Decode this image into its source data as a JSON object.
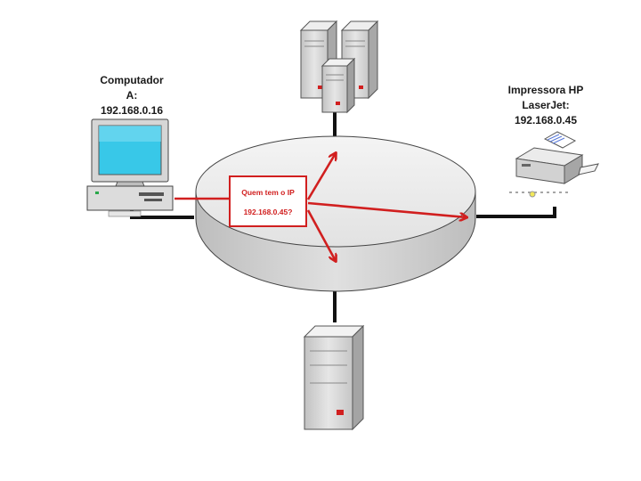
{
  "computer": {
    "lines": [
      "Computador",
      "A:",
      "192.168.0.16"
    ]
  },
  "printer": {
    "lines": [
      "Impressora HP",
      "LaserJet:",
      "192.168.0.45"
    ]
  },
  "query": {
    "line1": "Quem tem o IP",
    "line2": "192.168.0.45?"
  },
  "colors": {
    "arrow": "#d11f1f",
    "cable": "#111111",
    "ring_top": "#ececec",
    "ring_side": "#cfcfcf",
    "monitor_screen": "#38c8e8",
    "server_body": "#d4d4d4",
    "server_led": "#d11f1f"
  },
  "icons": [
    "desktop-computer-icon",
    "server-icon",
    "printer-icon"
  ]
}
